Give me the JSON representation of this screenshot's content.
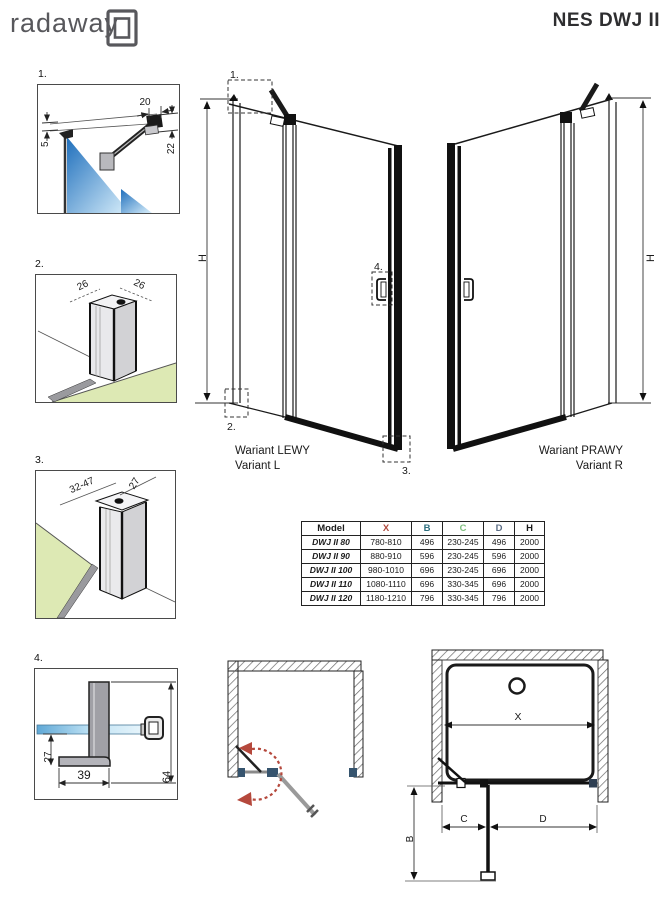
{
  "header": {
    "brand": "radaway",
    "product_title": "NES DWJ II"
  },
  "details": {
    "d1": {
      "num": "1.",
      "dim_width": "20",
      "dim_gap": "5",
      "dim_drop": "22"
    },
    "d2": {
      "num": "2.",
      "dim_left": "26",
      "dim_right": "26"
    },
    "d3": {
      "num": "3.",
      "dim_range": "32-47",
      "dim_depth": "27"
    },
    "d4": {
      "num": "4.",
      "dim_height": "27",
      "dim_width": "39",
      "dim_total": "64"
    }
  },
  "variant_l": {
    "title_pl": "Wariant LEWY",
    "title_en": "Variant L",
    "height_label": "H",
    "callout_1": "1.",
    "callout_2": "2.",
    "callout_3": "3.",
    "callout_4": "4."
  },
  "variant_r": {
    "title_pl": "Wariant PRAWY",
    "title_en": "Variant R",
    "height_label": "H"
  },
  "size_table": {
    "headers": {
      "model": "Model",
      "x": "X",
      "b": "B",
      "c": "C",
      "d": "D",
      "h": "H"
    },
    "rows": [
      {
        "model": "DWJ II 80",
        "x": "780-810",
        "b": "496",
        "c": "230-245",
        "d": "496",
        "h": "2000"
      },
      {
        "model": "DWJ II 90",
        "x": "880-910",
        "b": "596",
        "c": "230-245",
        "d": "596",
        "h": "2000"
      },
      {
        "model": "DWJ II 100",
        "x": "980-1010",
        "b": "696",
        "c": "230-245",
        "d": "696",
        "h": "2000"
      },
      {
        "model": "DWJ II 110",
        "x": "1080-1110",
        "b": "696",
        "c": "330-345",
        "d": "696",
        "h": "2000"
      },
      {
        "model": "DWJ II 120",
        "x": "1180-1210",
        "b": "796",
        "c": "330-345",
        "d": "796",
        "h": "2000"
      }
    ]
  },
  "floor_plan": {
    "dim_x": "X",
    "dim_b": "B",
    "dim_c": "C",
    "dim_d": "D"
  },
  "colors": {
    "dim_x_red": "#b04a3e",
    "dim_b_teal": "#2d6e7e",
    "dim_c_green": "#7fbf7f",
    "dim_d_slate": "#5c6d85",
    "glass_blue_dark": "#1f6fbc",
    "glass_blue_light": "#d9effb",
    "floor_green": "#dde9b4",
    "swing_arrow_red": "#b5483c",
    "logo_gray": "#58585c"
  }
}
